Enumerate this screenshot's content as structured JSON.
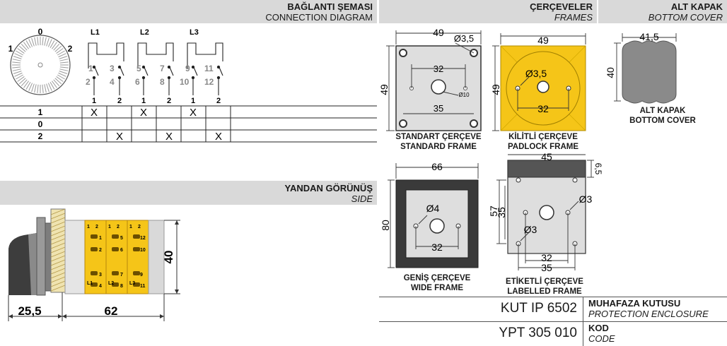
{
  "connection": {
    "title": "BAĞLANTI ŞEMASI",
    "subtitle": "CONNECTION DIAGRAM",
    "dial_positions": [
      "0",
      "1",
      "2"
    ],
    "phases": [
      "L1",
      "L2",
      "L3"
    ],
    "contacts": [
      {
        "top_left": "1",
        "top_right": "3",
        "bottom_left": "2",
        "bottom_right": "4"
      },
      {
        "top_left": "5",
        "top_right": "7",
        "bottom_left": "6",
        "bottom_right": "8"
      },
      {
        "top_left": "9",
        "top_right": "11",
        "bottom_left": "10",
        "bottom_right": "12"
      }
    ],
    "column_numbers": [
      "1",
      "2",
      "1",
      "2",
      "1",
      "2"
    ],
    "table_rows": [
      {
        "label": "1",
        "cells": [
          "X",
          "",
          "X",
          "",
          "X",
          ""
        ]
      },
      {
        "label": "0",
        "cells": [
          "",
          "",
          "",
          "",
          "",
          ""
        ]
      },
      {
        "label": "2",
        "cells": [
          "",
          "X",
          "",
          "X",
          "",
          "X"
        ]
      }
    ]
  },
  "side_view": {
    "title": "YANDAN GÖRÜNÜŞ",
    "subtitle": "SIDE",
    "dim_left": "25,5",
    "dim_bottom": "62",
    "dim_height": "40",
    "module_labels": [
      {
        "top_left": "1",
        "top_right": "2",
        "a": "1",
        "b": "2",
        "c": "3",
        "d": "4",
        "phase": "L1"
      },
      {
        "top_left": "1",
        "top_right": "2",
        "a": "5",
        "b": "6",
        "c": "7",
        "d": "8",
        "phase": "L2"
      },
      {
        "top_left": "1",
        "top_right": "2",
        "a": "12",
        "b": "10",
        "c": "9",
        "d": "11",
        "phase": "L3"
      }
    ]
  },
  "frames": {
    "title": "ÇERÇEVELER",
    "subtitle": "FRAMES",
    "standard": {
      "label_tr": "STANDART ÇERÇEVE",
      "label_en": "STANDARD FRAME",
      "width": "49",
      "hole": "Ø3,5",
      "height": "49",
      "inner_top": "32",
      "inner_bottom": "35",
      "center": "Ø10"
    },
    "padlock": {
      "label_tr": "KİLİTLİ ÇERÇEVE",
      "label_en": "PADLOCK FRAME",
      "width": "49",
      "height": "49",
      "hole": "Ø3,5",
      "inner": "32"
    },
    "wide": {
      "label_tr": "GENİŞ ÇERÇEVE",
      "label_en": "WIDE FRAME",
      "width": "66",
      "height": "80",
      "hole": "Ø4",
      "inner": "32"
    },
    "labelled": {
      "label_tr": "ETİKETLİ ÇERÇEVE",
      "label_en": "LABELLED FRAME",
      "width": "45",
      "top_gap": "6,5",
      "height_outer": "57",
      "height_inner": "35",
      "hole_right": "Ø3",
      "hole_left": "Ø3",
      "inner": "32",
      "outer": "35"
    }
  },
  "bottom_cover": {
    "title": "ALT KAPAK",
    "subtitle": "BOTTOM COVER",
    "width": "41,5",
    "height": "40",
    "label_tr": "ALT KAPAK",
    "label_en": "BOTTOM COVER"
  },
  "product": {
    "enclosure_code": "KUT IP 6502",
    "enclosure_tr": "MUHAFAZA KUTUSU",
    "enclosure_en": "PROTECTION ENCLOSURE",
    "code": "YPT 305 010",
    "code_tr": "KOD",
    "code_en": "CODE"
  },
  "colors": {
    "header_bg": "#d9d9d9",
    "yellow": "#f5c518",
    "dark": "#3a3a3a",
    "grey_fill": "#dcdcdc"
  }
}
